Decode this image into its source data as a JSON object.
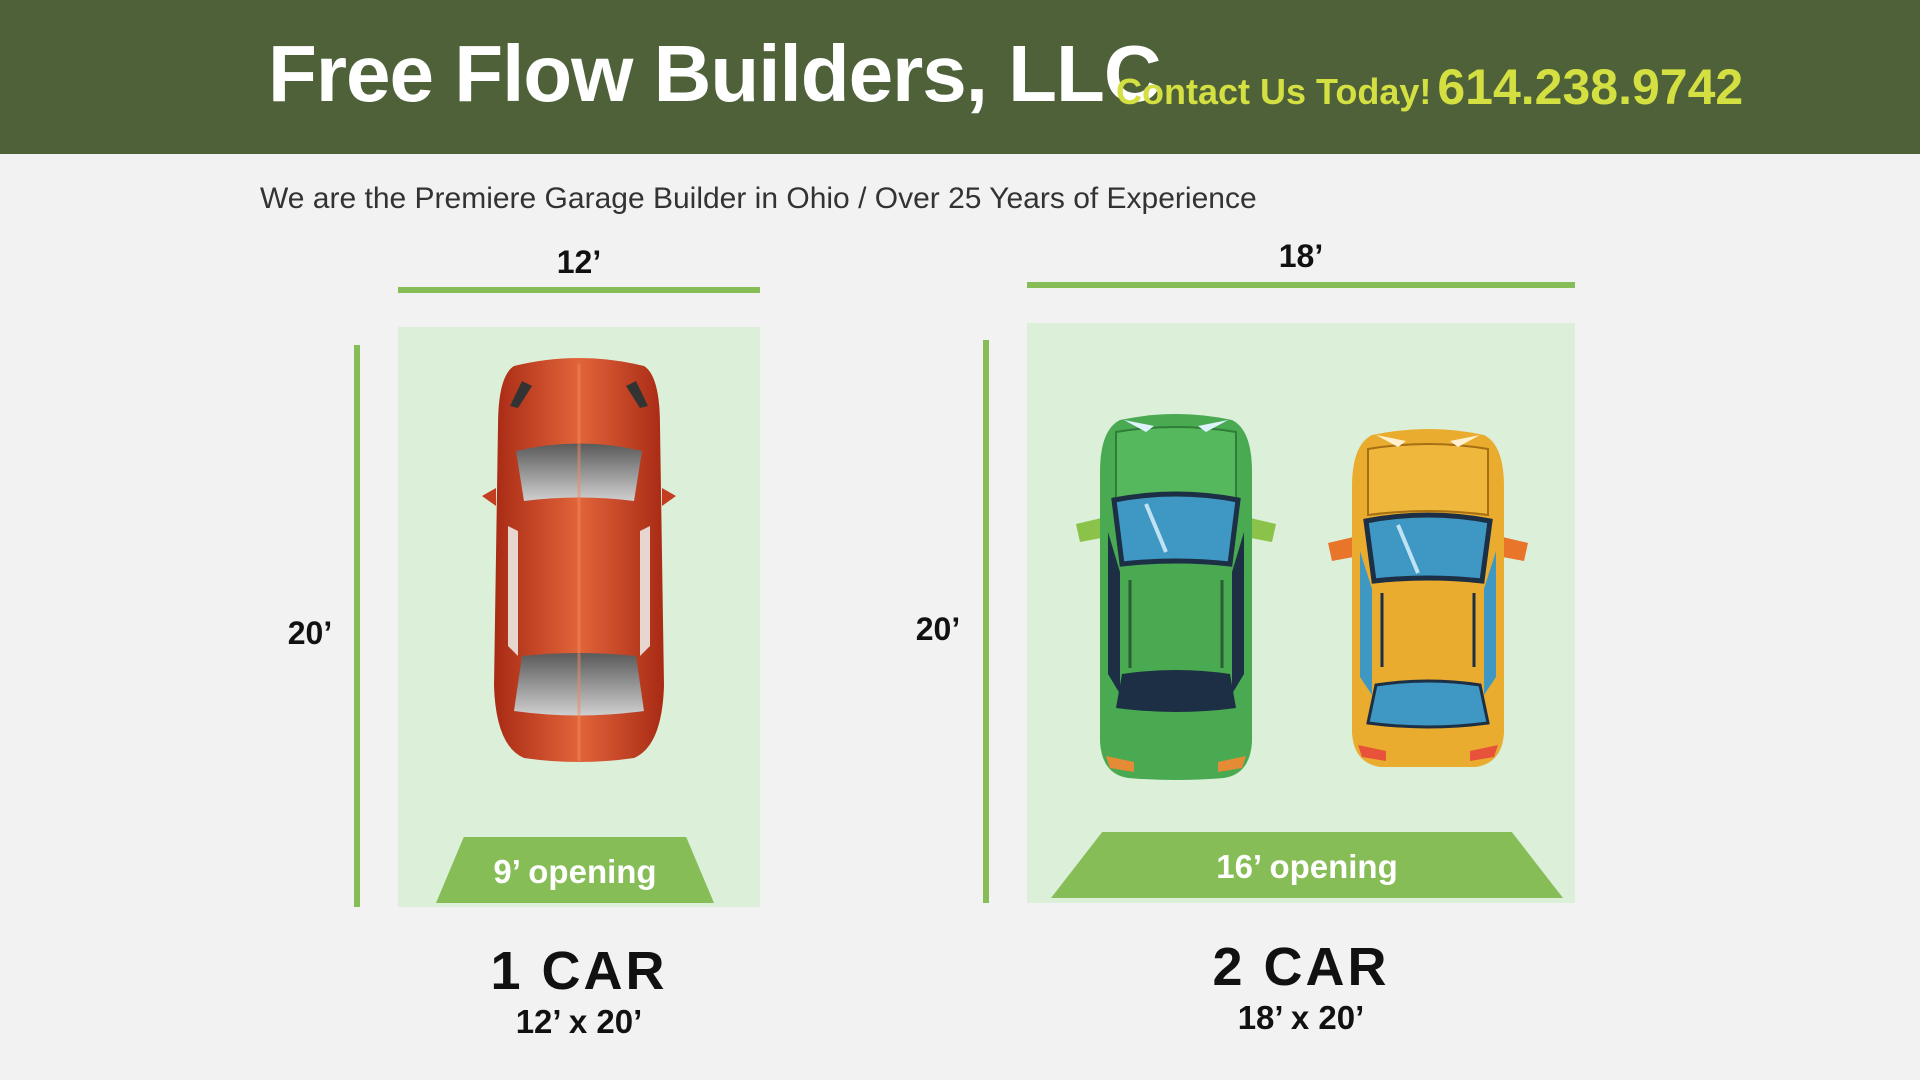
{
  "header": {
    "company": "Free Flow Builders, LLC",
    "contact_label": "Contact Us Today!",
    "phone": "614.238.9742"
  },
  "tagline": "We are the Premiere Garage Builder in Ohio  /  Over 25 Years of Experience",
  "garages": [
    {
      "width_label": "12’",
      "depth_label": "20’",
      "opening_label": "9’ opening",
      "title": "1 CAR",
      "size": "12’ x 20’",
      "cars": [
        "red-car"
      ]
    },
    {
      "width_label": "18’",
      "depth_label": "20’",
      "opening_label": "16’ opening",
      "title": "2 CAR",
      "size": "18’ x 20’",
      "cars": [
        "green-car",
        "yellow-car"
      ]
    }
  ],
  "colors": {
    "header_bg": "#4e6139",
    "accent_yellow": "#d4e041",
    "dimension_green": "#86bd57",
    "bay_fill": "#dcefd9",
    "red_car": "#d2502b",
    "green_car": "#4aaa52",
    "yellow_car": "#e9ac2e"
  }
}
